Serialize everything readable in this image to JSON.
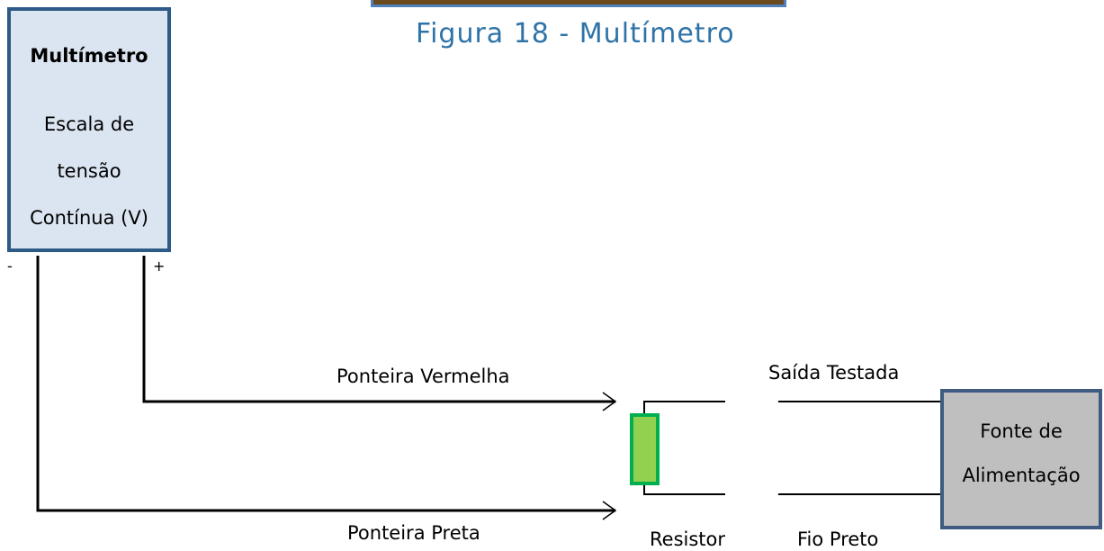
{
  "figure": {
    "caption": "Figura 18 - Multímetro"
  },
  "multimeter": {
    "title": "Multímetro",
    "lines": [
      "Escala de",
      "tensão",
      "Contínua (V)"
    ],
    "terminal_negative": "-",
    "terminal_positive": "+"
  },
  "wires": {
    "red_probe": "Ponteira Vermelha",
    "black_probe": "Ponteira Preta",
    "tested_output": "Saída Testada",
    "black_wire": "Fio Preto"
  },
  "resistor": {
    "label": "Resistor",
    "color": "#92d050",
    "border_color": "#00b050"
  },
  "power_supply": {
    "lines": [
      "Fonte de",
      "Alimentação"
    ]
  }
}
